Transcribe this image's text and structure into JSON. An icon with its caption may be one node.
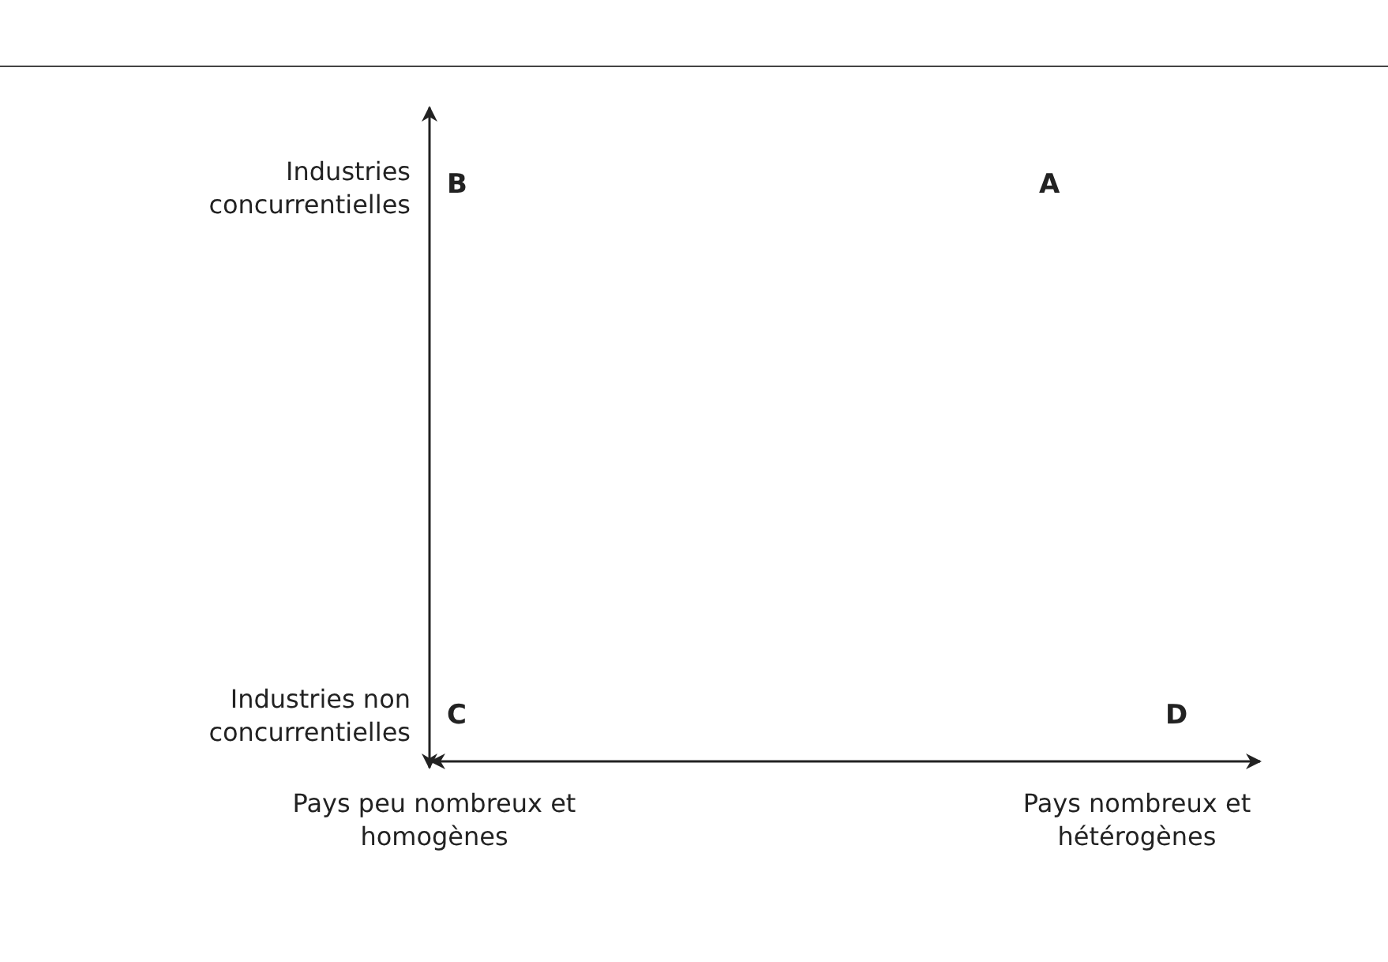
{
  "diagram": {
    "labels": [
      "Industries concurrentielles",
      "B",
      "A",
      "Industries non concurrentielles",
      "C",
      "D",
      "Pays peu nombreux et homogènes",
      "Pays nombreux et hétérogènes"
    ]
  }
}
